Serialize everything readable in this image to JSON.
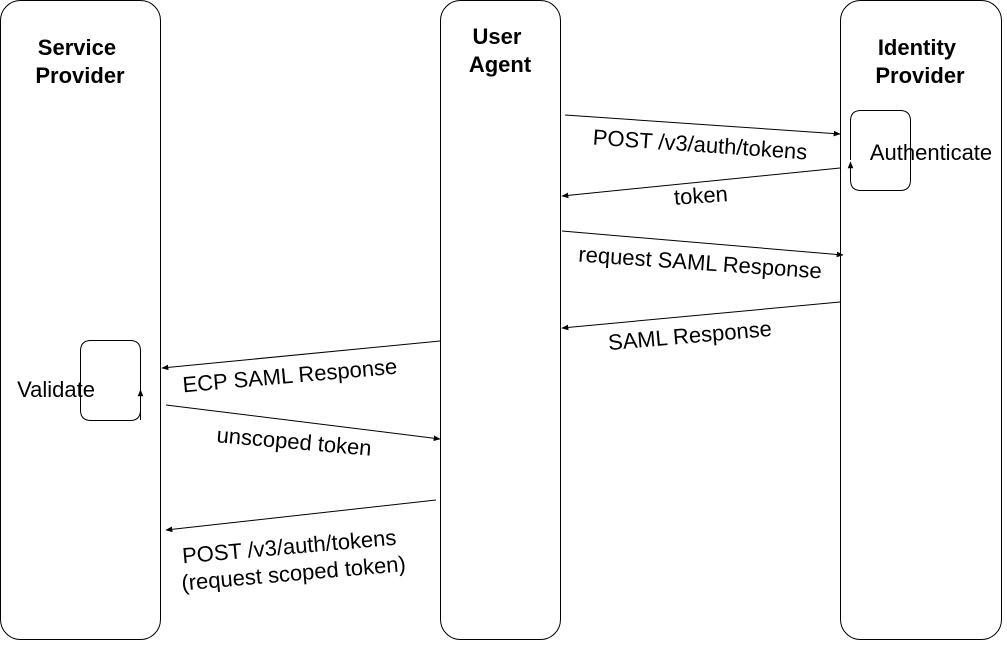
{
  "lanes": {
    "sp": {
      "line1": "Service",
      "line2": "Provider"
    },
    "ua": {
      "line1": "User",
      "line2": "Agent"
    },
    "idp": {
      "line1": "Identity",
      "line2": "Provider"
    }
  },
  "steps": {
    "authenticate": "Authenticate",
    "validate": "Validate"
  },
  "messages": {
    "post_tokens": "POST /v3/auth/tokens",
    "token": "token",
    "request_saml": "request SAML Response",
    "saml_response": "SAML Response",
    "ecp_saml": "ECP SAML Response",
    "unscoped": "unscoped token",
    "post_scoped_line1": "POST /v3/auth/tokens",
    "post_scoped_line2": "(request scoped token)"
  }
}
